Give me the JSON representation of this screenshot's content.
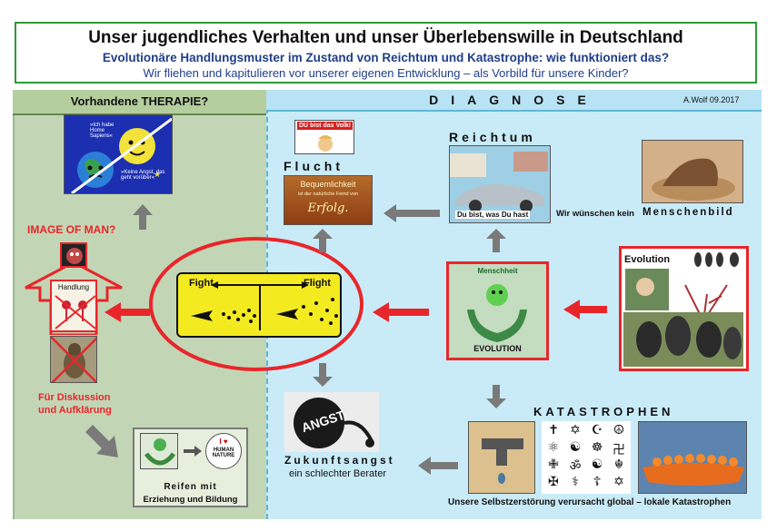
{
  "header": {
    "title": "Unser jugendliches Verhalten und unser Überlebenswille in Deutschland",
    "subtitle": "Evolutionäre Handlungsmuster im Zustand von Reichtum und Katastrophe:   wie funktioniert das?",
    "subtitle2": "Wir fliehen und kapitulieren vor unserer eigenen Entwicklung – als Vorbild für unsere Kinder?"
  },
  "therapy": {
    "title": "Vorhandene THERAPIE?",
    "image_of_man": "IMAGE OF MAN?",
    "handlung": "Handlung",
    "discussion_line1": "Für Diskussion",
    "discussion_line2": "und Aufklärung",
    "moon_text1": "»Ich habe Home Sapiens«",
    "moon_text2": "»Keine Angst, das geht vorüber«",
    "reifen": "Reifen mit",
    "reifen2": "Erziehung und Bildung",
    "human_nature": "HUMAN NATURE",
    "love": "I ♥"
  },
  "diagnose": {
    "title": "DIAGNOSE",
    "author": "A.Wolf 09.2017",
    "flucht": "Flucht",
    "du_bist_volk": "DU bist das Volk!",
    "bequemlichkeit": "Bequemlichkeit",
    "bequem_sub": "ist der natürliche Feind von",
    "erfolg": "Erfolg.",
    "reichtum": "Reichtum",
    "du_bist_was": "Du bist, was Du  hast",
    "menschenbild_pre": "Wir wünschen kein",
    "menschenbild": "Menschenbild",
    "fight": "Fight",
    "flight": "Flight",
    "menschheit": "Menschheit",
    "evolution_badge": "EVOLUTION",
    "evolution": "Evolution",
    "katastrophen": "KATASTROPHEN",
    "angst_word": "ANGST",
    "zukunftsangst": "Zukunftsangst",
    "schlechter_berater": "ein schlechter Berater",
    "selbstzerstoerung": "Unsere Selbstzerstörung verursacht global – lokale Katastrophen",
    "symbols": [
      "✝",
      "✡",
      "☪",
      "☮",
      "⚛",
      "☯",
      "☸",
      "卍",
      "✙",
      "ॐ",
      "☯",
      "☬",
      "✠",
      "⚕",
      "☦",
      "✡"
    ]
  },
  "colors": {
    "header_border": "#2d9a36",
    "therapy_bg": "#c2d6b6",
    "diagnose_bg": "#c9ebf8",
    "red": "#e8262a",
    "gray_arrow": "#7a7a7a",
    "fight_yellow": "#f4ea20"
  }
}
